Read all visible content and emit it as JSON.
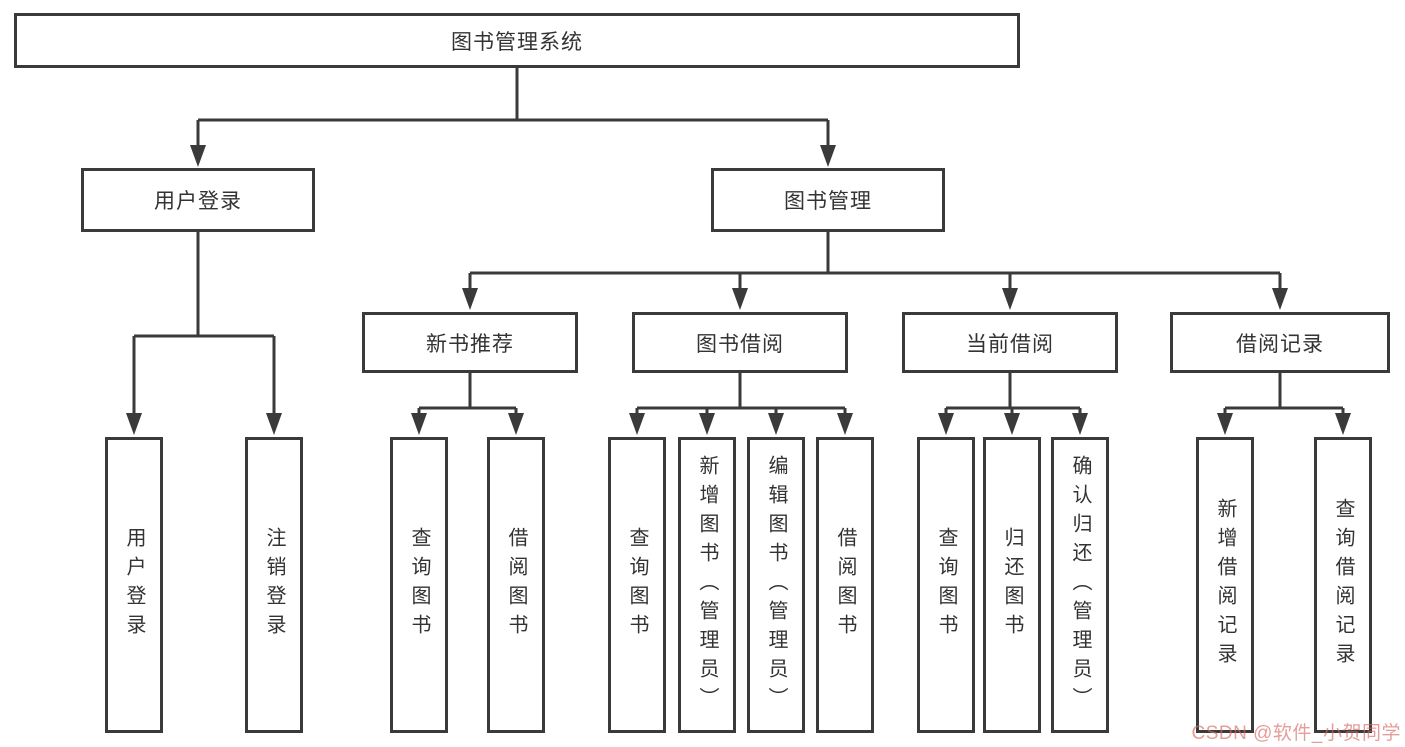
{
  "tree": {
    "root": {
      "label": "图书管理系统"
    },
    "branches": [
      {
        "label": "用户登录",
        "children": [
          {
            "label": "用户登录"
          },
          {
            "label": "注销登录"
          }
        ]
      },
      {
        "label": "图书管理",
        "sections": [
          {
            "label": "新书推荐",
            "children": [
              {
                "label": "查询图书"
              },
              {
                "label": "借阅图书"
              }
            ]
          },
          {
            "label": "图书借阅",
            "children": [
              {
                "label": "查询图书"
              },
              {
                "label": "新增图书（管理员）"
              },
              {
                "label": "编辑图书（管理员）"
              },
              {
                "label": "借阅图书"
              }
            ]
          },
          {
            "label": "当前借阅",
            "children": [
              {
                "label": "查询图书"
              },
              {
                "label": "归还图书"
              },
              {
                "label": "确认归还（管理员）"
              }
            ]
          },
          {
            "label": "借阅记录",
            "children": [
              {
                "label": "新增借阅记录"
              },
              {
                "label": "查询借阅记录"
              }
            ]
          }
        ]
      }
    ]
  },
  "watermark": {
    "text": "CSDN @软件_小贺同学",
    "color": "#d66a62"
  },
  "colors": {
    "line": "#3a3a3a",
    "box_border": "#3a3a3a",
    "box_fill": "#ffffff",
    "text": "#333333",
    "background": "#ffffff"
  }
}
